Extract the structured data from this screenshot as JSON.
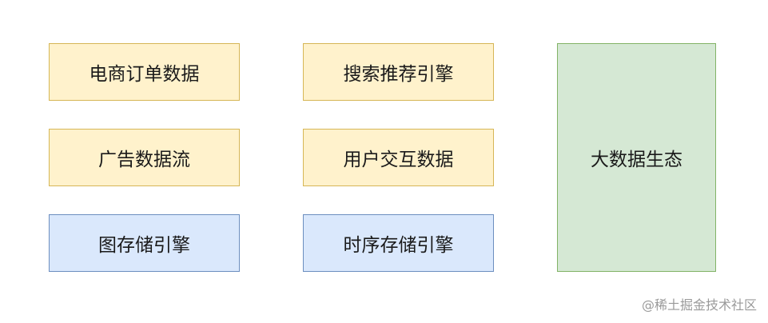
{
  "boxes": {
    "ecommerce_orders": "电商订单数据",
    "ad_data_stream": "广告数据流",
    "graph_storage_engine": "图存储引擎",
    "search_recommend_engine": "搜索推荐引擎",
    "user_interaction_data": "用户交互数据",
    "timeseries_storage_engine": "时序存储引擎",
    "big_data_ecosystem": "大数据生态"
  },
  "watermark": "@稀土掘金技术社区",
  "colors": {
    "yellow_fill": "#fff2cc",
    "yellow_border": "#d6b656",
    "blue_fill": "#dae8fc",
    "blue_border": "#6c8ebf",
    "green_fill": "#d5e8d4",
    "green_border": "#82b366"
  }
}
